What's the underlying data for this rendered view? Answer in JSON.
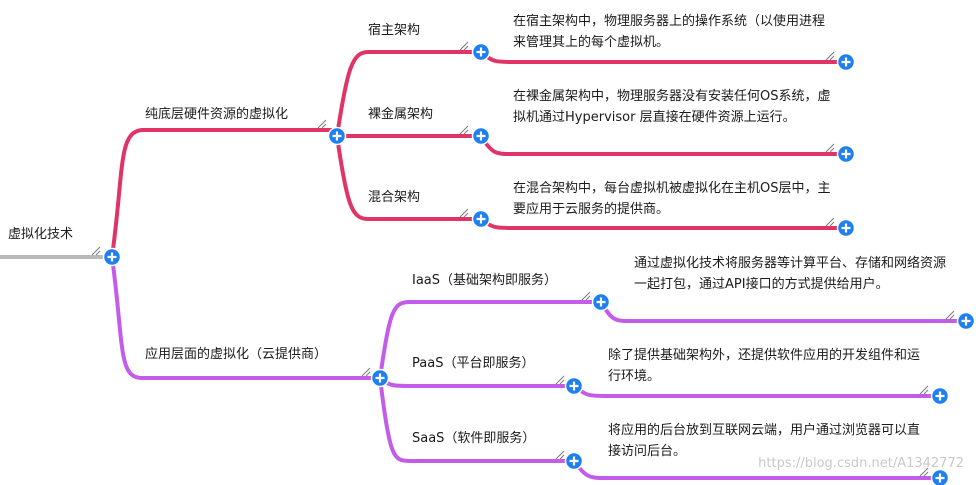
{
  "root": {
    "label": "虚拟化技术"
  },
  "branches": [
    {
      "label": "纯底层硬件资源的虚拟化",
      "color": "#e03466",
      "children": [
        {
          "label": "宿主架构",
          "description": "在宿主架构中，物理服务器上的操作系统（以使用进程来管理其上的每个虚拟机。"
        },
        {
          "label": "裸金属架构",
          "description": "在裸金属架构中，物理服务器没有安装任何OS系统，虚拟机通过Hypervisor 层直接在硬件资源上运行。"
        },
        {
          "label": "混合架构",
          "description": "在混合架构中，每台虚拟机被虚拟化在主机OS层中，主要应用于云服务的提供商。"
        }
      ]
    },
    {
      "label": "应用层面的虚拟化（云提供商）",
      "color": "#c35ce8",
      "children": [
        {
          "label": "IaaS（基础架构即服务）",
          "description": "通过虚拟化技术将服务器等计算平台、存储和网络资源一起打包，通过API接口的方式提供给用户。"
        },
        {
          "label": "PaaS（平台即服务）",
          "description": "除了提供基础架构外，还提供软件应用的开发组件和运行环境。"
        },
        {
          "label": "SaaS（软件即服务）",
          "description": "将应用的后台放到互联网云端，用户通过浏览器可以直接访问后台。"
        }
      ]
    }
  ],
  "watermark": "https://blog.csdn.net/A1342772",
  "icons": {
    "expand": "plus-circle-icon",
    "resize": "resize-grip-icon"
  },
  "colors": {
    "root_line": "#b9b9b9",
    "expand_button": "#1e7ff0"
  }
}
